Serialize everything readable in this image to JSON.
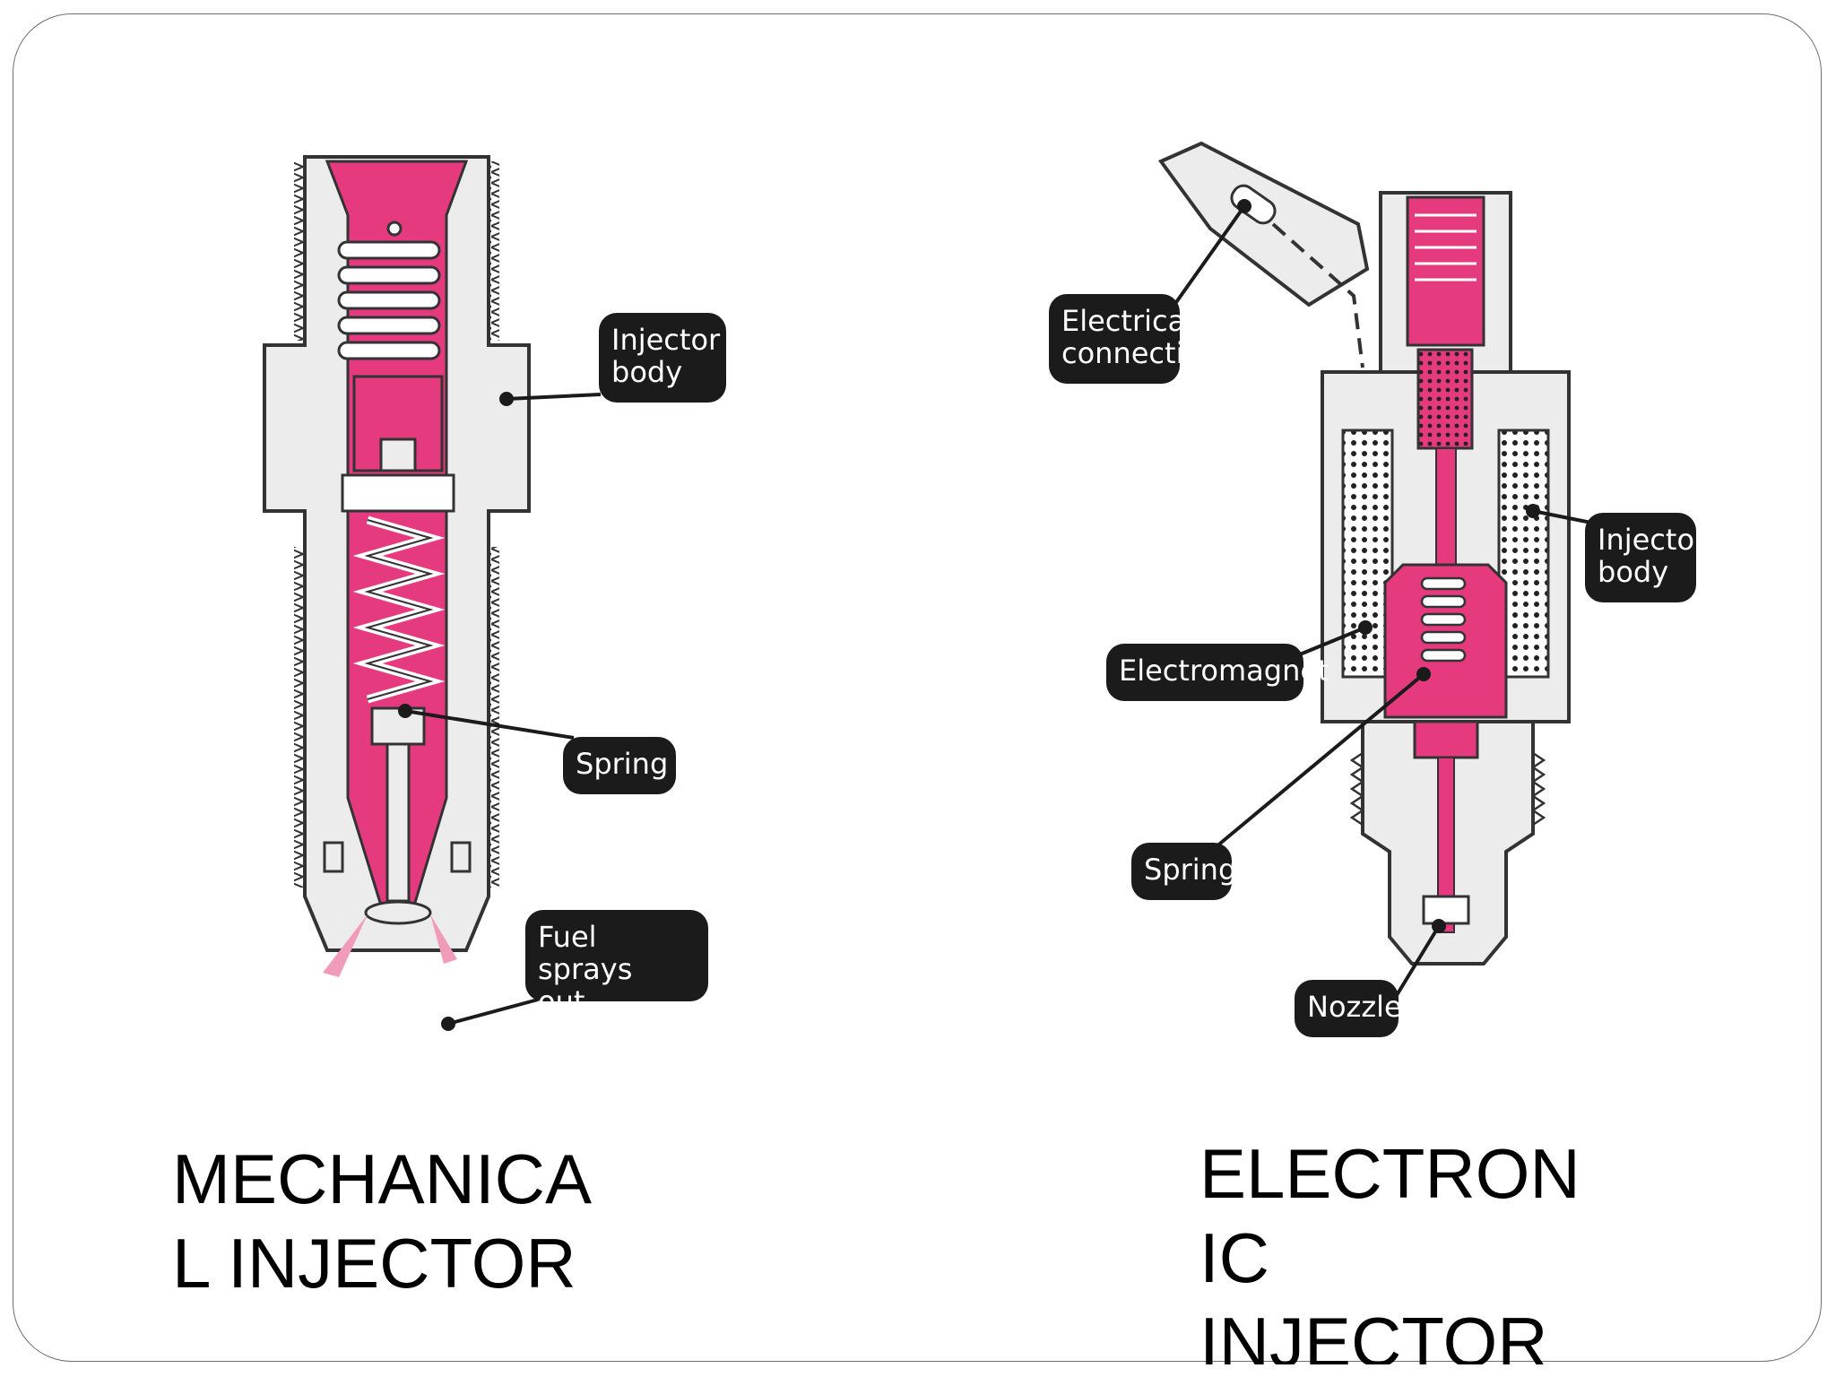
{
  "colors": {
    "fuel_pink": "#e63a7f",
    "body_grey": "#ececec",
    "outline": "#333333",
    "callout_bg": "#1b1b1b",
    "callout_text": "#ffffff"
  },
  "mechanical": {
    "callouts": {
      "injector_body": "Injector\nbody",
      "spring": "Spring",
      "fuel_sprays_out": "Fuel sprays\nout"
    },
    "caption": "MECHANICA\nL INJECTOR"
  },
  "electronic": {
    "callouts": {
      "electrical_connection": "Electrical\nconnection",
      "injector_body": "Injector\nbody",
      "electromagnet": "Electromagnet",
      "spring": "Spring",
      "nozzle": "Nozzle"
    },
    "caption": "ELECTRON\nIC\nINJECTOR"
  }
}
